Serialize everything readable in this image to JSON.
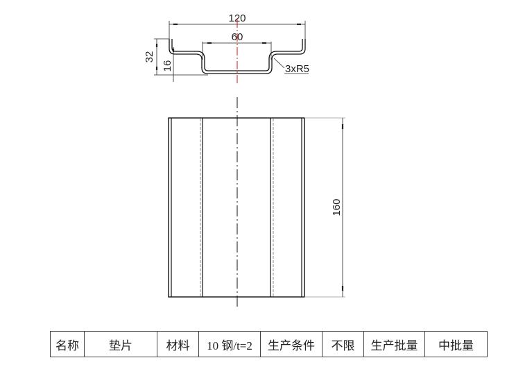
{
  "drawing": {
    "section_view": {
      "dim_overall_width": "120",
      "dim_inner_width": "60",
      "dim_overall_height": "32",
      "dim_step_height": "16",
      "bend_radius_note": "3xR5"
    },
    "front_view": {
      "dim_length": "160"
    },
    "colors": {
      "outline": "#111111",
      "centerline_section": "#d01010",
      "centerline_front": "#111111",
      "hidden_line": "#888888",
      "dimension": "#222222"
    }
  },
  "title_table": {
    "cells": [
      {
        "label": "名称"
      },
      {
        "value": "垫片"
      },
      {
        "label": "材料"
      },
      {
        "value": "10 钢/t=2"
      },
      {
        "label": "生产条件"
      },
      {
        "value": "不限"
      },
      {
        "label": "生产批量"
      },
      {
        "value": "中批量"
      }
    ]
  }
}
